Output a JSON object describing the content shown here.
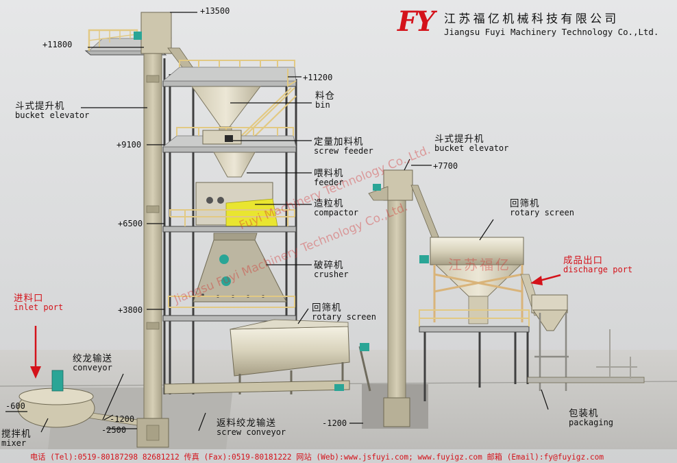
{
  "header": {
    "logo_text": "FY",
    "company_zh": "江苏福亿机械科技有限公司",
    "company_en": "Jiangsu Fuyi Machinery Technology Co.,Ltd."
  },
  "elevations": {
    "e13500": "+13500",
    "e11800": "+11800",
    "e11200": "+11200",
    "e9100": "+9100",
    "e7700": "+7700",
    "e6500": "+6500",
    "e3800": "+3800",
    "e600": "-600",
    "e1200a": "-1200",
    "e1200b": "-1200",
    "e2500": "-2500"
  },
  "labels": {
    "bucket_elevator_1": {
      "zh": "斗式提升机",
      "en": "bucket elevator"
    },
    "bin": {
      "zh": "料仓",
      "en": "bin"
    },
    "screw_feeder": {
      "zh": "定量加料机",
      "en": "screw feeder"
    },
    "feeder": {
      "zh": "喂料机",
      "en": "feeder"
    },
    "compactor": {
      "zh": "造粒机",
      "en": "compactor"
    },
    "crusher": {
      "zh": "破碎机",
      "en": "crusher"
    },
    "rotary_screen_1": {
      "zh": "回筛机",
      "en": "rotary screen"
    },
    "bucket_elevator_2": {
      "zh": "斗式提升机",
      "en": "bucket elevator"
    },
    "rotary_screen_2": {
      "zh": "回筛机",
      "en": "rotary screen"
    },
    "discharge_port": {
      "zh": "成品出口",
      "en": "discharge port"
    },
    "inlet_port": {
      "zh": "进料口",
      "en": "inlet port"
    },
    "conveyor": {
      "zh": "绞龙输送",
      "en": "conveyor"
    },
    "mixer": {
      "zh": "搅拌机",
      "en": "mixer"
    },
    "return_screw_conveyor": {
      "zh": "返料绞龙输送",
      "en": "screw conveyor"
    },
    "packaging": {
      "zh": "包装机",
      "en": "packaging"
    }
  },
  "watermarks": {
    "diag_1": "Fuyi Machinery Technology Co.,Ltd.",
    "diag_2": "Jiangsu Fuyi Machinery Technology Co.,Ltd.",
    "zh": "江苏福亿"
  },
  "footer": {
    "contact": "电话 (Tel):0519-80187298 82681212 传真 (Fax):0519-80181222 网站 (Web):www.jsfuyi.com; www.fuyigz.com 邮箱 (Email):fy@fuyigz.com"
  },
  "colors": {
    "accent_red": "#d4121a",
    "structure_beige": "#cdc6ad",
    "steel_dark": "#3f3f3f",
    "railing_yellow": "#e2c983",
    "compactor_yellow": "#e9e530",
    "motor_teal": "#2aa596",
    "background": "#d9dadb",
    "floor": "#c9c7c3",
    "pit": "#9e9d9a"
  }
}
